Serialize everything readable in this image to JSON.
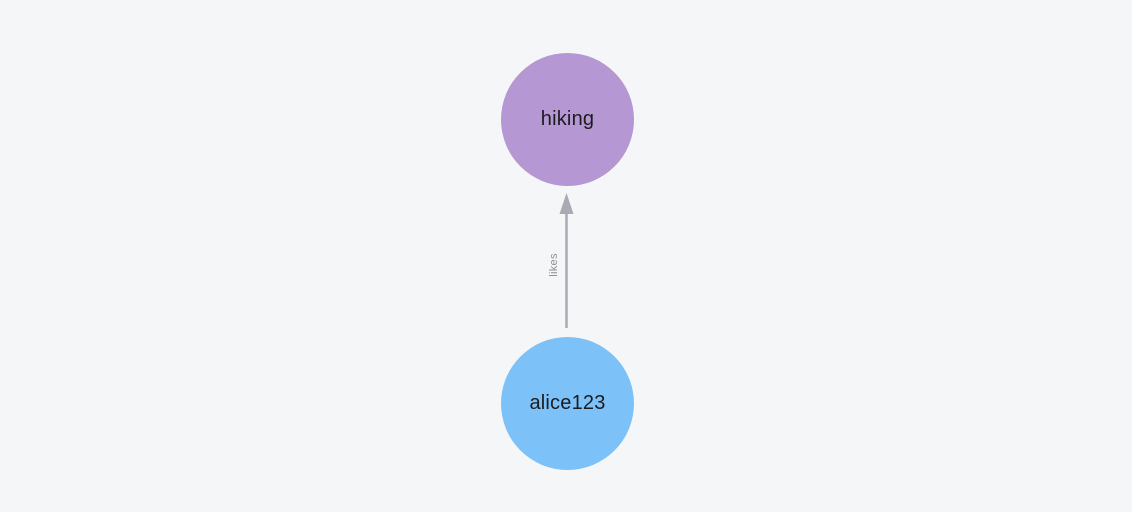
{
  "graph": {
    "nodes": [
      {
        "label": "hiking",
        "fill": "#b597d3"
      },
      {
        "label": "alice123",
        "fill": "#7cc1f8"
      }
    ],
    "edges": [
      {
        "from": "alice123",
        "to": "hiking",
        "label": "likes",
        "directed": true
      }
    ]
  },
  "colors": {
    "background": "#f5f6f7",
    "node_hiking_fill": "#b597d3",
    "node_alice_fill": "#7cc1f8",
    "node_label_text": "#1c1c1e",
    "edge_stroke": "#a8abb4",
    "edge_label_text": "#8c8f96"
  }
}
